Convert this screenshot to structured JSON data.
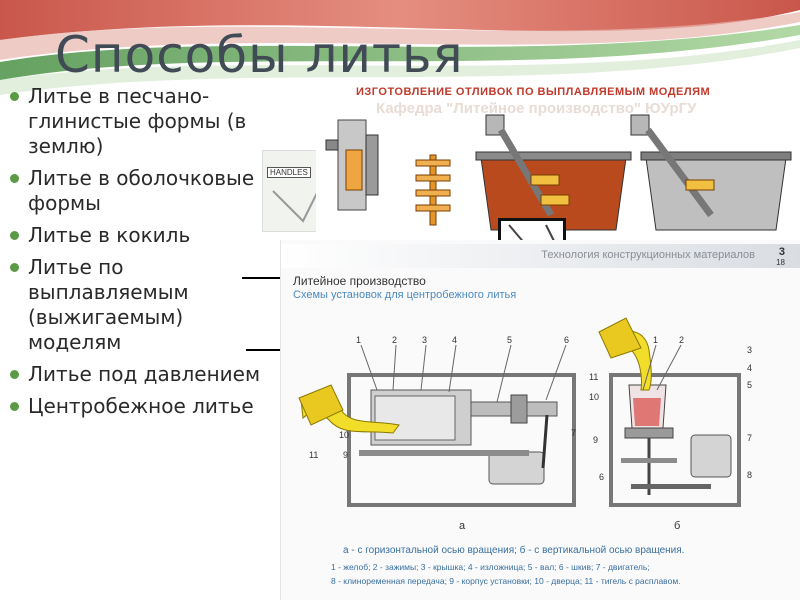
{
  "slide": {
    "title": "Способы литья",
    "bullets": [
      "Литье в песчано-глинистые формы (в землю)",
      "Литье в оболочковые формы",
      "Литье в кокиль",
      "Литье по выплавляемым (выжигаемым) моделям",
      "Литье под давлением",
      "Центробежное литье"
    ]
  },
  "investment_panel": {
    "header": "ИЗГОТОВЛЕНИЕ ОТЛИВОК ПО ВЫПЛАВЛЯЕМЫМ МОДЕЛЯМ",
    "watermark": "Кафедра \"Литейное производство\" ЮУрГУ",
    "handles_label": "HANDLES"
  },
  "centrifugal_panel": {
    "course": "Технология конструкционных материалов",
    "page": "3",
    "page_total": "18",
    "heading": "Литейное производство",
    "subheading": "Схемы установок для центробежного литья",
    "label_a": "а",
    "label_b": "б",
    "caption": "а - с горизонтальной осью вращения;  б - с вертикальной осью вращения.",
    "legend_1": "1 - желоб;   2 - зажимы;   3 - крышка;   4 - изложница;   5 - вал;   6 - шкив;   7 - двигатель;",
    "legend_2": "8 - клиноременная передача;  9 - корпус установки;  10 - дверца;  11 - тигель с расплавом.",
    "numbers_a": [
      "1",
      "2",
      "3",
      "4",
      "5",
      "6",
      "7",
      "9",
      "10",
      "11"
    ],
    "numbers_b": [
      "1",
      "2",
      "3",
      "4",
      "5",
      "6",
      "7",
      "8",
      "9",
      "10",
      "11"
    ]
  },
  "colors": {
    "ribbon_red": "#c0392b",
    "ribbon_green": "#3f8a3a",
    "metal_orange": "#d2691e",
    "melt_yellow": "#f2dd2a",
    "bullet_green": "#5a9a45"
  }
}
